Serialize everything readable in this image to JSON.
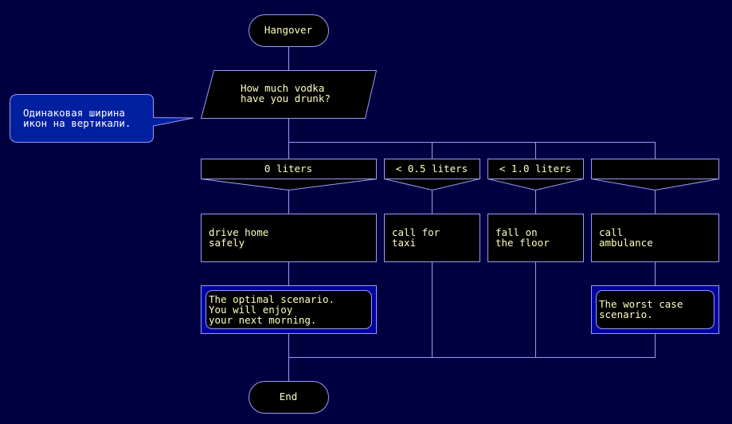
{
  "diagram": {
    "title": "Hangover",
    "end_label": "End",
    "question": [
      "How much vodka",
      "have you drunk?"
    ],
    "annotation": [
      "Одинаковая ширина",
      "икон на вертикали."
    ],
    "cases": [
      {
        "label": "0 liters",
        "action": [
          "drive home",
          "safely"
        ],
        "comment": [
          "The optimal scenario.",
          "You will enjoy",
          "your next morning."
        ]
      },
      {
        "label": "< 0.5 liters",
        "action": [
          "call for",
          "taxi"
        ]
      },
      {
        "label": "< 1.0 liters",
        "action": [
          "fall on",
          "the floor"
        ]
      },
      {
        "label": "",
        "action": [
          "call",
          "ambulance"
        ],
        "comment": [
          "The worst case",
          "scenario."
        ]
      }
    ]
  },
  "colors": {
    "background": "#000040",
    "line": "#9a9aff",
    "box_fill": "#000000",
    "text": "#ffffc0",
    "comment_frame": "#0000a0",
    "annotation_fill": "#0020a0",
    "annotation_text": "#ffffff"
  }
}
